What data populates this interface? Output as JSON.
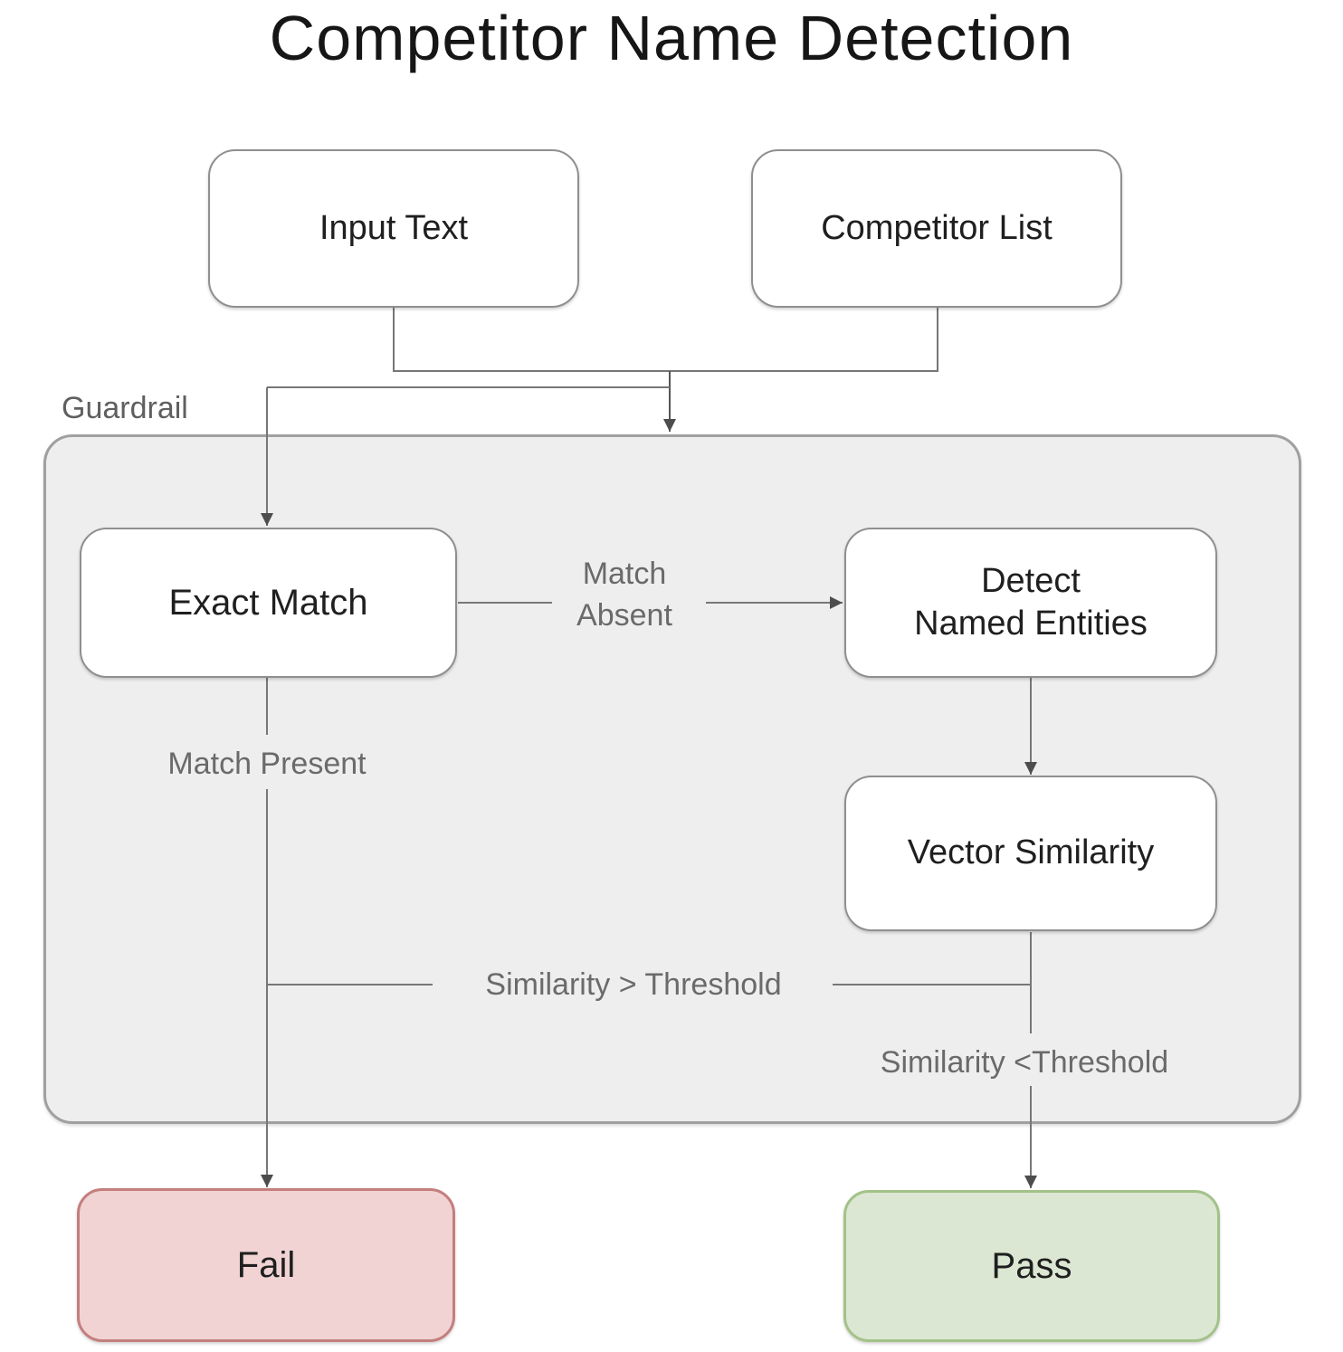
{
  "title": "Competitor Name Detection",
  "nodes": {
    "input_text": {
      "label": "Input Text"
    },
    "competitor_list": {
      "label": "Competitor List"
    },
    "exact_match": {
      "label": "Exact Match"
    },
    "detect_named_entities": {
      "label_line1": "Detect",
      "label_line2": "Named Entities"
    },
    "vector_similarity": {
      "label": "Vector Similarity"
    },
    "fail": {
      "label": "Fail"
    },
    "pass": {
      "label": "Pass"
    }
  },
  "guardrail": {
    "label": "Guardrail"
  },
  "edge_labels": {
    "match_absent_line1": "Match",
    "match_absent_line2": "Absent",
    "match_present": "Match Present",
    "similarity_above_threshold": "Similarity > Threshold",
    "similarity_below_threshold": "Similarity <Threshold"
  },
  "colors": {
    "fail_fill": "#f1d3d3",
    "fail_border": "#c47e7e",
    "pass_fill": "#dbe7d2",
    "pass_border": "#a3c289",
    "guardrail_fill": "#eeeeee",
    "guardrail_border": "#a0a0a0",
    "node_border": "#8f8f8f",
    "node_text": "#1f1f1f",
    "label_text": "#6a6a6a",
    "line": "#777777",
    "arrowhead": "#4d4d4d"
  }
}
